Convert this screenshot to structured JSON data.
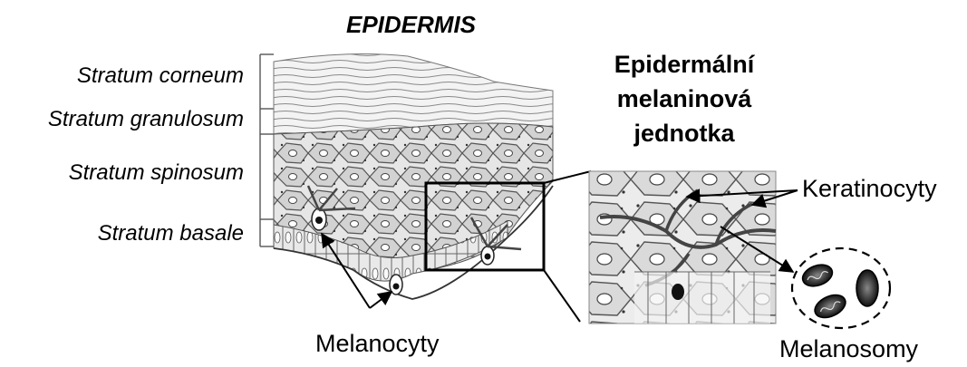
{
  "heading": "EPIDERMIS",
  "layers": [
    "Stratum corneum",
    "Stratum granulosum",
    "Stratum spinosum",
    "Stratum basale"
  ],
  "unit_title": [
    "Epidermální",
    "melaninová",
    "jednotka"
  ],
  "labels": {
    "keratinocytes": "Keratinocyty",
    "melanocytes": "Melanocyty",
    "melanosomes": "Melanosomy"
  }
}
